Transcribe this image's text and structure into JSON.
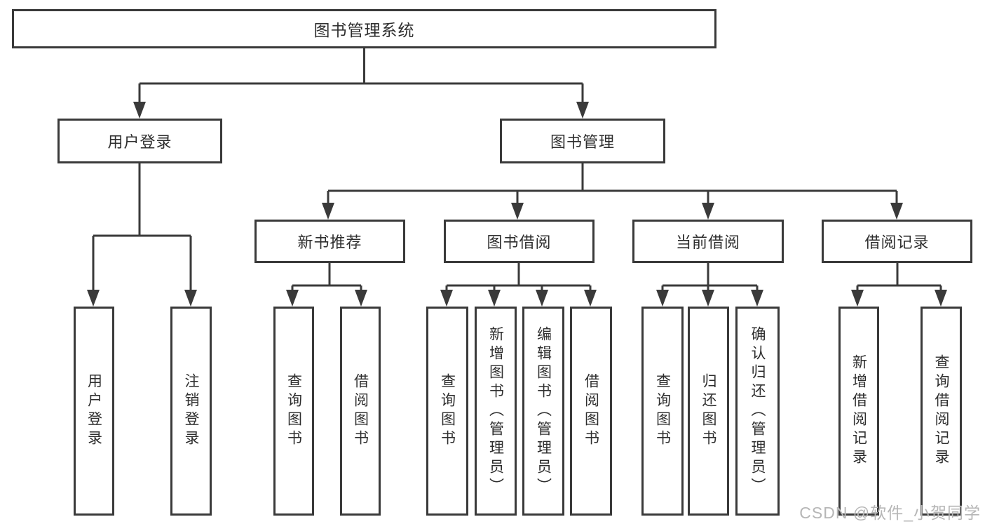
{
  "tree": {
    "root": {
      "label": "图书管理系统"
    },
    "user_branch": {
      "label": "用户登录",
      "children": [
        {
          "label": "用户登录"
        },
        {
          "label": "注销登录"
        }
      ]
    },
    "mgmt_branch": {
      "label": "图书管理",
      "groups": [
        {
          "label": "新书推荐",
          "children": [
            {
              "label": "查询图书"
            },
            {
              "label": "借阅图书"
            }
          ]
        },
        {
          "label": "图书借阅",
          "children": [
            {
              "label": "查询图书"
            },
            {
              "label": "新增图书（管理员）"
            },
            {
              "label": "编辑图书（管理员）"
            },
            {
              "label": "借阅图书"
            }
          ]
        },
        {
          "label": "当前借阅",
          "children": [
            {
              "label": "查询图书"
            },
            {
              "label": "归还图书"
            },
            {
              "label": "确认归还（管理员）"
            }
          ]
        },
        {
          "label": "借阅记录",
          "children": [
            {
              "label": "新增借阅记录"
            },
            {
              "label": "查询借阅记录"
            }
          ]
        }
      ]
    }
  },
  "watermark": "CSDN @软件_小贺同学",
  "colors": {
    "line": "#3a3a3a",
    "text": "#2e2e2e",
    "watermark": "#b6b6b6",
    "background": "#ffffff"
  }
}
